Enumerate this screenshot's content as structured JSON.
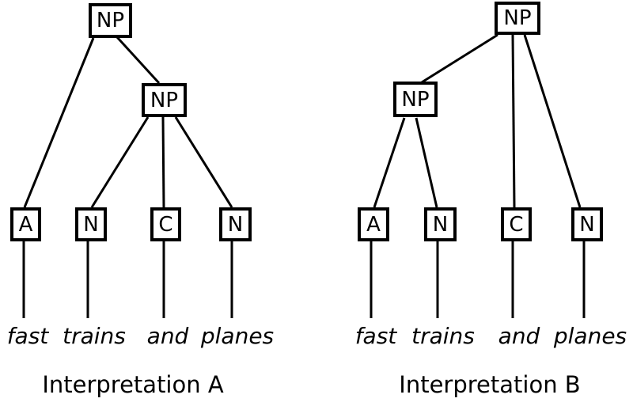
{
  "trees": [
    {
      "caption": "Interpretation A",
      "root_label": "NP",
      "sub_label": "NP",
      "leaf_labels": [
        "A",
        "N",
        "C",
        "N"
      ],
      "words": [
        "fast",
        "trains",
        "and",
        "planes"
      ]
    },
    {
      "caption": "Interpretation B",
      "root_label": "NP",
      "sub_label": "NP",
      "leaf_labels": [
        "A",
        "N",
        "C",
        "N"
      ],
      "words": [
        "fast",
        "trains",
        "and",
        "planes"
      ]
    }
  ],
  "colors": {
    "line": "#000000",
    "background": "#ffffff",
    "text": "#000000"
  }
}
